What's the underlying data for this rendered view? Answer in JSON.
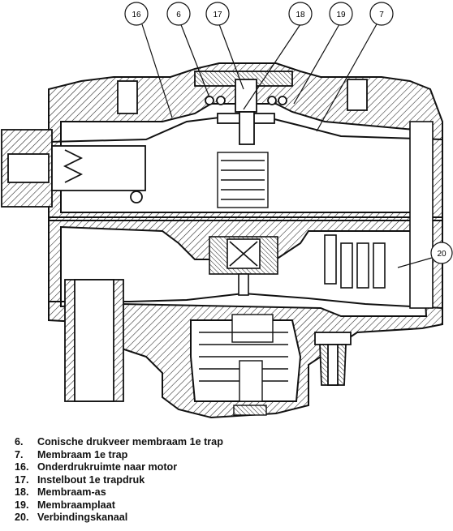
{
  "callouts": [
    {
      "id": "16",
      "label": "16"
    },
    {
      "id": "6",
      "label": "6"
    },
    {
      "id": "17",
      "label": "17"
    },
    {
      "id": "18",
      "label": "18"
    },
    {
      "id": "19",
      "label": "19"
    },
    {
      "id": "7",
      "label": "7"
    },
    {
      "id": "20",
      "label": "20"
    }
  ],
  "legend": [
    {
      "num": "6.",
      "text": "Conische drukveer membraam 1e trap"
    },
    {
      "num": "7.",
      "text": "Membraam 1e trap"
    },
    {
      "num": "16.",
      "text": "Onderdrukruimte naar motor"
    },
    {
      "num": "17.",
      "text": "Instelbout 1e trapdruk"
    },
    {
      "num": "18.",
      "text": "Membraam-as"
    },
    {
      "num": "19.",
      "text": "Membraamplaat"
    },
    {
      "num": "20.",
      "text": "Verbindingskanaal"
    }
  ]
}
